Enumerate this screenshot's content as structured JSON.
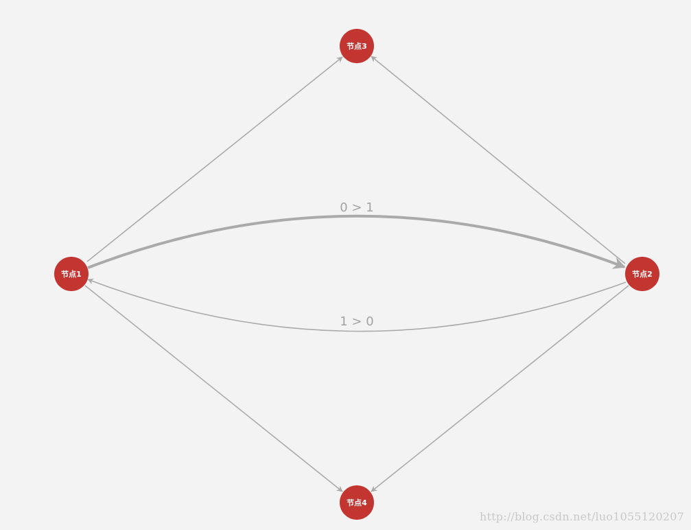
{
  "diagram": {
    "nodes": [
      {
        "id": "n1",
        "label": "节点1"
      },
      {
        "id": "n2",
        "label": "节点2"
      },
      {
        "id": "n3",
        "label": "节点3"
      },
      {
        "id": "n4",
        "label": "节点4"
      }
    ],
    "edges": [
      {
        "id": "e-1-2",
        "from": "n1",
        "to": "n2",
        "label": "0 > 1",
        "emphasized": true
      },
      {
        "id": "e-2-1",
        "from": "n2",
        "to": "n1",
        "label": "1 > 0",
        "emphasized": false
      },
      {
        "id": "e-1-3",
        "from": "n1",
        "to": "n3",
        "label": "",
        "emphasized": false
      },
      {
        "id": "e-2-3",
        "from": "n2",
        "to": "n3",
        "label": "",
        "emphasized": false
      },
      {
        "id": "e-1-4",
        "from": "n1",
        "to": "n4",
        "label": "",
        "emphasized": false
      },
      {
        "id": "e-2-4",
        "from": "n2",
        "to": "n4",
        "label": "",
        "emphasized": false
      }
    ],
    "colors": {
      "background": "#f3f3f3",
      "node": "#c23531",
      "edge": "#aaaaaa",
      "label": "#a3a3a3"
    }
  },
  "watermark": "http://blog.csdn.net/luo1055120207"
}
